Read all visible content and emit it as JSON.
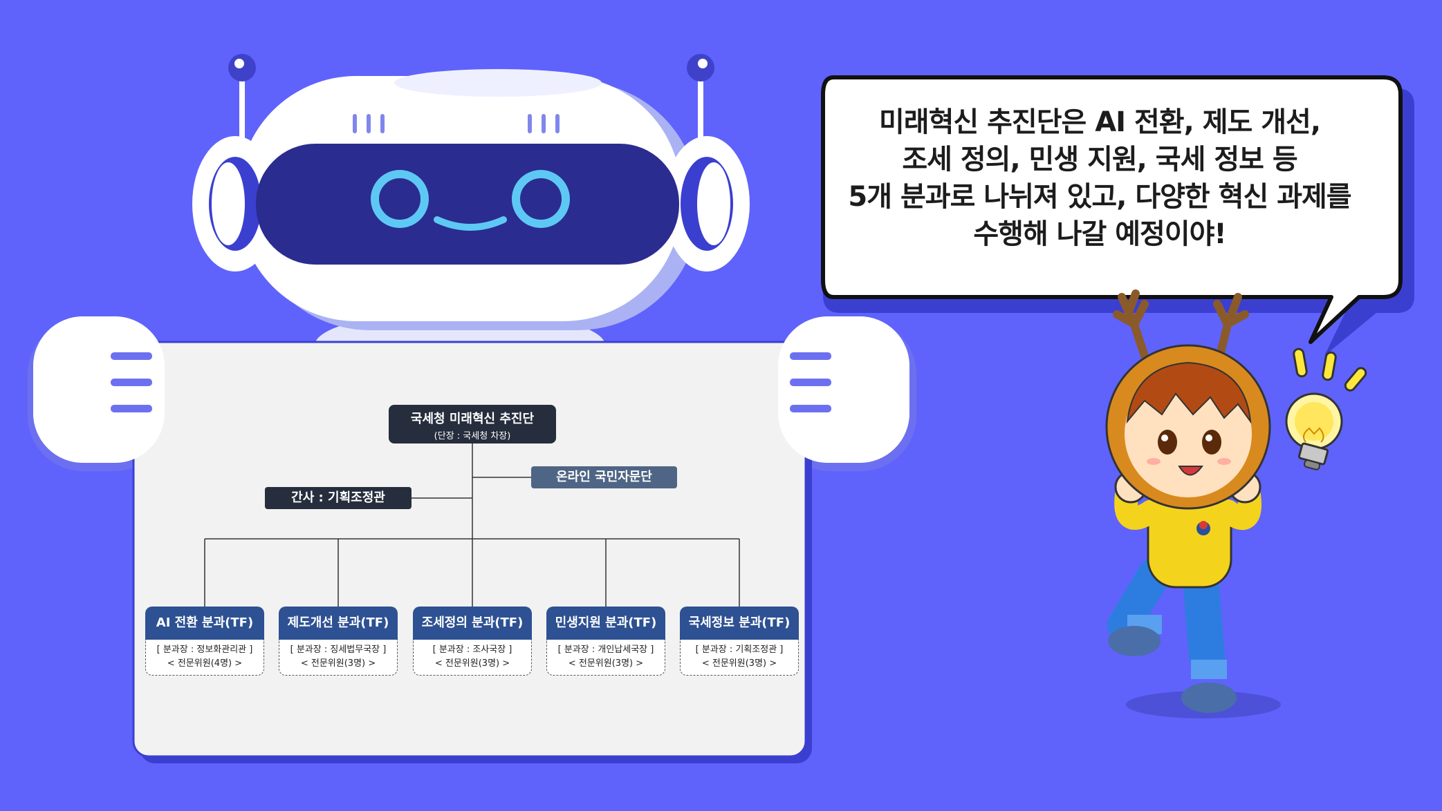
{
  "bubble": {
    "lines": [
      "미래혁신 추진단은 AI 전환, 제도 개선,",
      "조세 정의, 민생 지원, 국세 정보 등",
      "5개 분과로 나뉘져 있고, 다양한 혁신 과제를",
      "수행해 나갈 예정이야!"
    ]
  },
  "org": {
    "head_title": "국세청 미래혁신 추진단",
    "head_sub": "(단장 : 국세청 차장)",
    "online": "온라인 국민자문단",
    "secretary": "간사 : 기획조정관",
    "divisions": [
      {
        "title": "AI 전환 분과(TF)",
        "lead": "[ 분과장 : 정보화관리관 ]",
        "members": "< 전문위원(4명) >"
      },
      {
        "title": "제도개선 분과(TF)",
        "lead": "[ 분과장 : 징세법무국장 ]",
        "members": "< 전문위원(3명) >"
      },
      {
        "title": "조세정의 분과(TF)",
        "lead": "[ 분과장 : 조사국장 ]",
        "members": "< 전문위원(3명) >"
      },
      {
        "title": "민생지원 분과(TF)",
        "lead": "[ 분과장 : 개인납세국장 ]",
        "members": "< 전문위원(3명) >"
      },
      {
        "title": "국세정보 분과(TF)",
        "lead": "[ 분과장 : 기획조정관 ]",
        "members": "< 전문위원(3명) >"
      }
    ]
  },
  "colors": {
    "background": "#5f63fb",
    "robot_visor": "#2b2c8f",
    "robot_eyes": "#5ec8f5",
    "board": "#f2f2f2",
    "head_box": "#262e3d",
    "division_header": "#2d5192",
    "online_box": "#4f6585",
    "character_shirt": "#f4d31c",
    "character_pants": "#2d7de0"
  }
}
